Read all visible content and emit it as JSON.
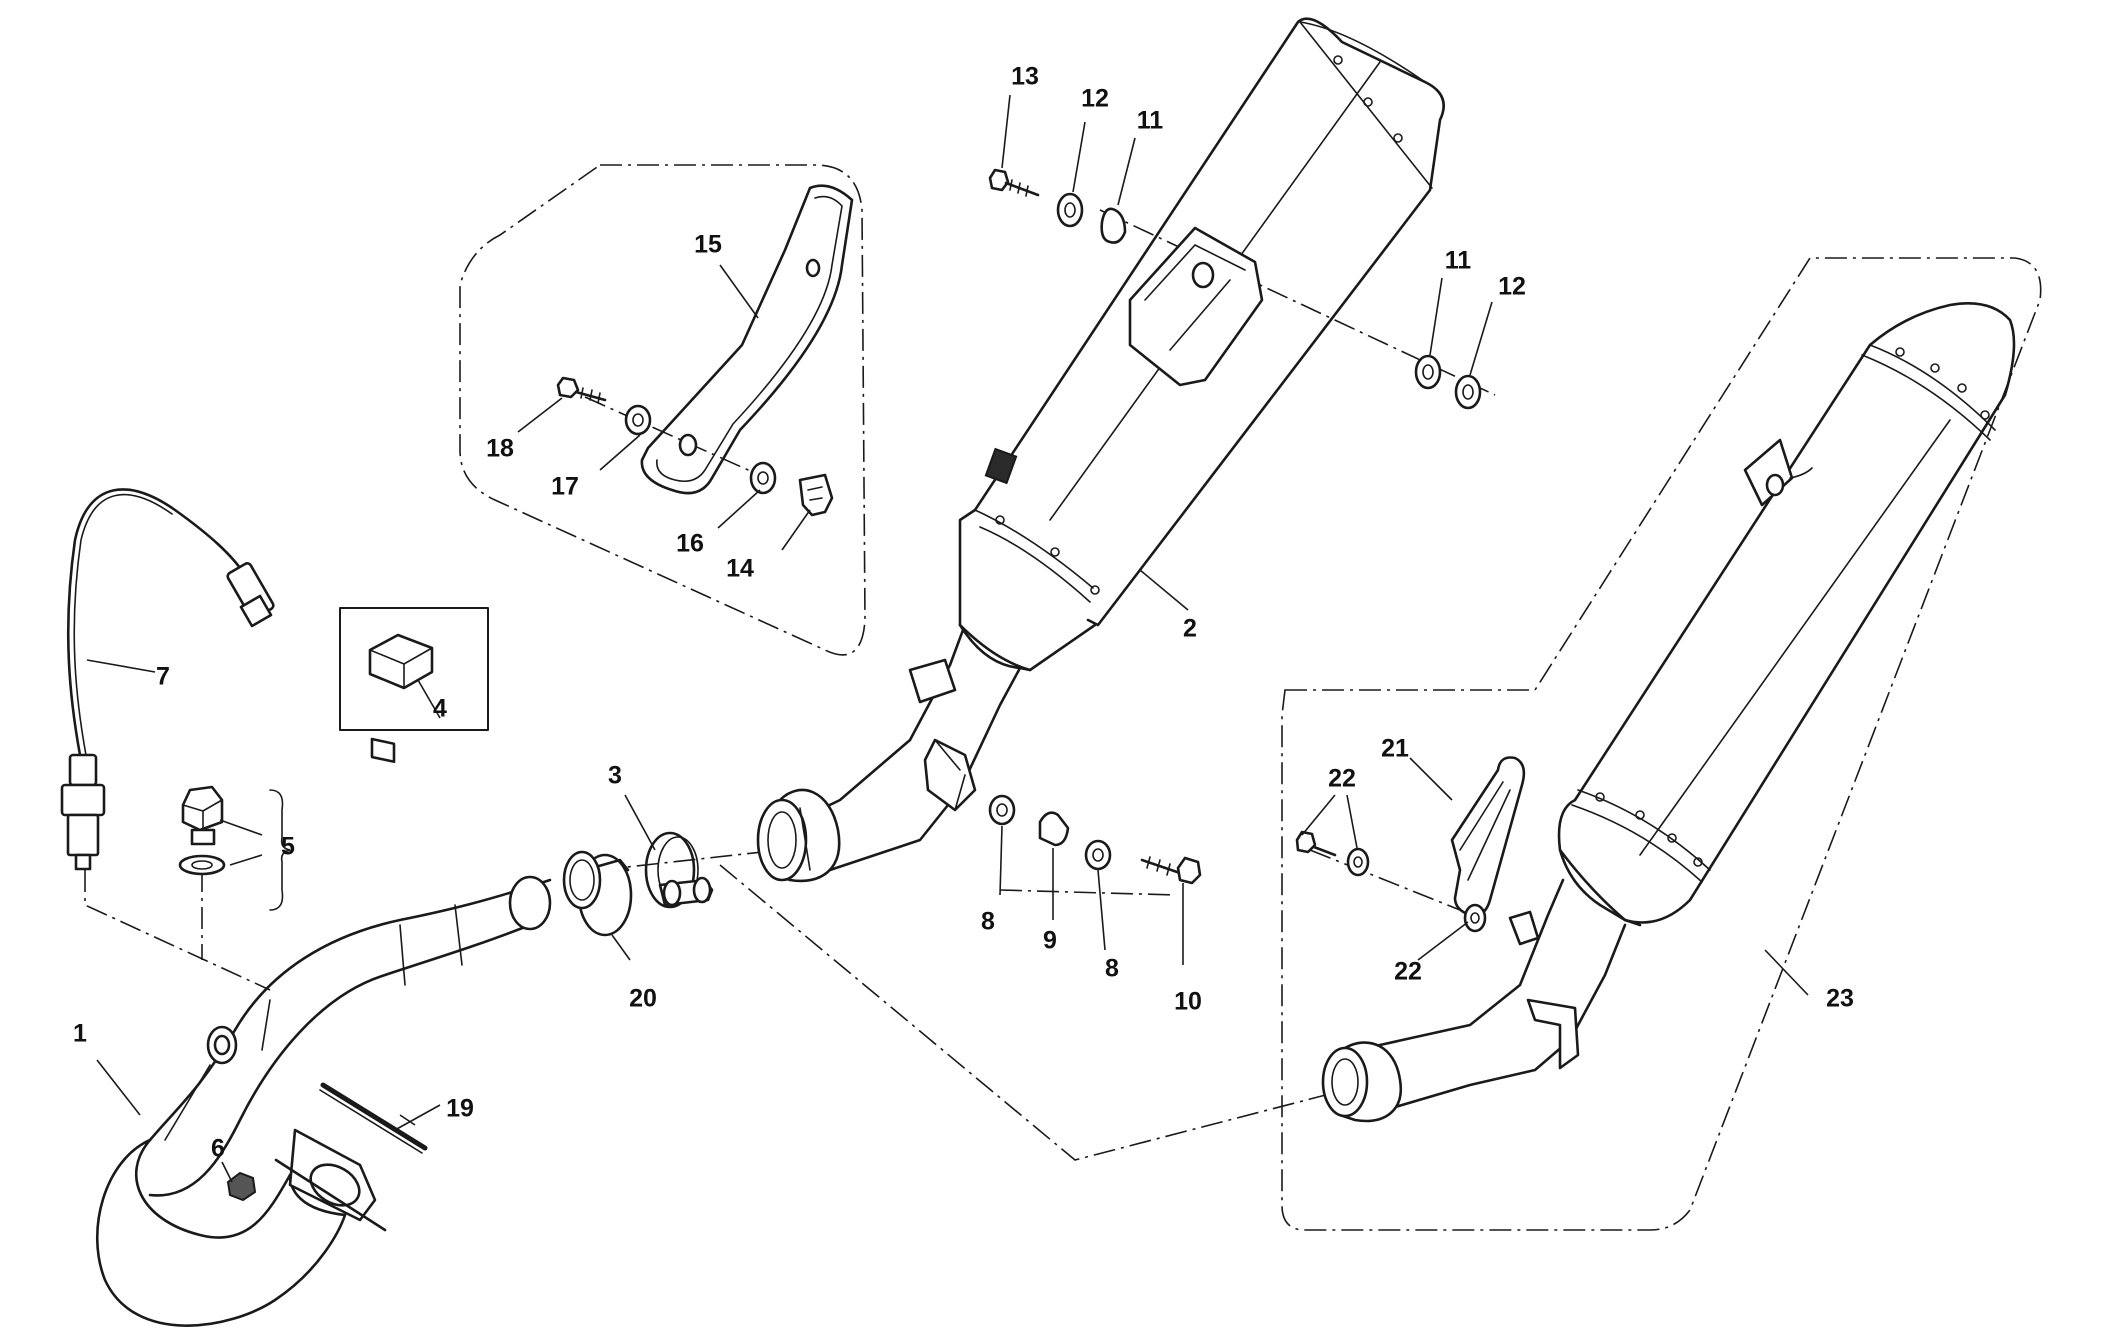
{
  "callouts": {
    "c1": "1",
    "c2": "2",
    "c3": "3",
    "c4": "4",
    "c5": "5",
    "c6": "6",
    "c7": "7",
    "c8a": "8",
    "c8b": "8",
    "c9": "9",
    "c10": "10",
    "c11a": "11",
    "c11b": "11",
    "c12a": "12",
    "c12b": "12",
    "c13": "13",
    "c14": "14",
    "c15": "15",
    "c16": "16",
    "c17": "17",
    "c18": "18",
    "c19": "19",
    "c20": "20",
    "c21": "21",
    "c22a": "22",
    "c22b": "22",
    "c23": "23"
  }
}
